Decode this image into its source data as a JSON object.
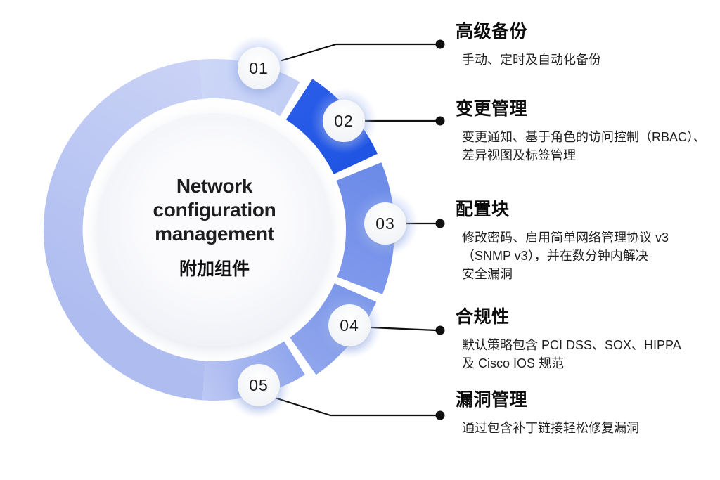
{
  "center": {
    "title": "Network configuration management",
    "subtitle": "附加组件"
  },
  "items": [
    {
      "number": "01",
      "title": "高级备份",
      "desc_lines": [
        "手动、定时及自动化备份"
      ]
    },
    {
      "number": "02",
      "title": "变更管理",
      "desc_lines": [
        "变更通知、基于角色的访问控制（RBAC）、",
        "差异视图及标签管理"
      ]
    },
    {
      "number": "03",
      "title": "配置块",
      "desc_lines": [
        "修改密码、启用简单网络管理协议 v3",
        "（SNMP v3），并在数分钟内解决",
        "安全漏洞"
      ]
    },
    {
      "number": "04",
      "title": "合规性",
      "desc_lines": [
        "默认策略包含 PCI DSS、SOX、HIPPA",
        "及 Cisco IOS 规范"
      ]
    },
    {
      "number": "05",
      "title": "漏洞管理",
      "desc_lines": [
        "通过包含补丁链接轻松修复漏洞"
      ]
    }
  ],
  "colors": {
    "accent_dark_blue": "#2257e4",
    "accent_medium_blue": "#7391ea",
    "accent_light_blue": "#bcc9f3",
    "connector_line": "#111111",
    "text_dark": "#111111",
    "disc_background": "#f5f6fa"
  }
}
